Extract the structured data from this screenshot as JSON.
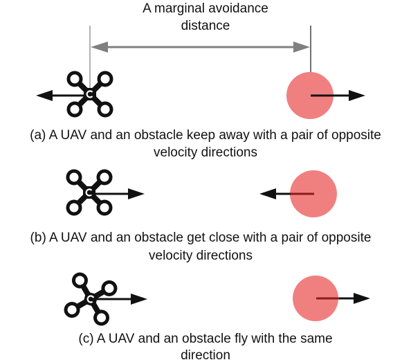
{
  "colors": {
    "obstacle": "#f08080",
    "uav": "#111111",
    "dimension_line": "#808080",
    "velocity_arrow": "#111111",
    "inner_velocity_line": "#8b1a1a"
  },
  "icons": {
    "uav": "quadcopter-icon",
    "obstacle": "circle-obstacle-icon"
  },
  "annotation": {
    "line1": "A marginal avoidance",
    "line2": "distance"
  },
  "scenarios": [
    {
      "caption_line1": "(a) A UAV and an obstacle keep away with a pair of opposite",
      "caption_line2": "velocity directions",
      "uav_direction": "left",
      "obstacle_direction": "right"
    },
    {
      "caption_line1": "(b) A UAV and an obstacle get close with a pair of opposite",
      "caption_line2": "velocity directions",
      "uav_direction": "right",
      "obstacle_direction": "left"
    },
    {
      "caption_line1": "(c) A UAV and an obstacle fly with the same",
      "caption_line2": "direction",
      "uav_direction": "right",
      "obstacle_direction": "right"
    }
  ]
}
